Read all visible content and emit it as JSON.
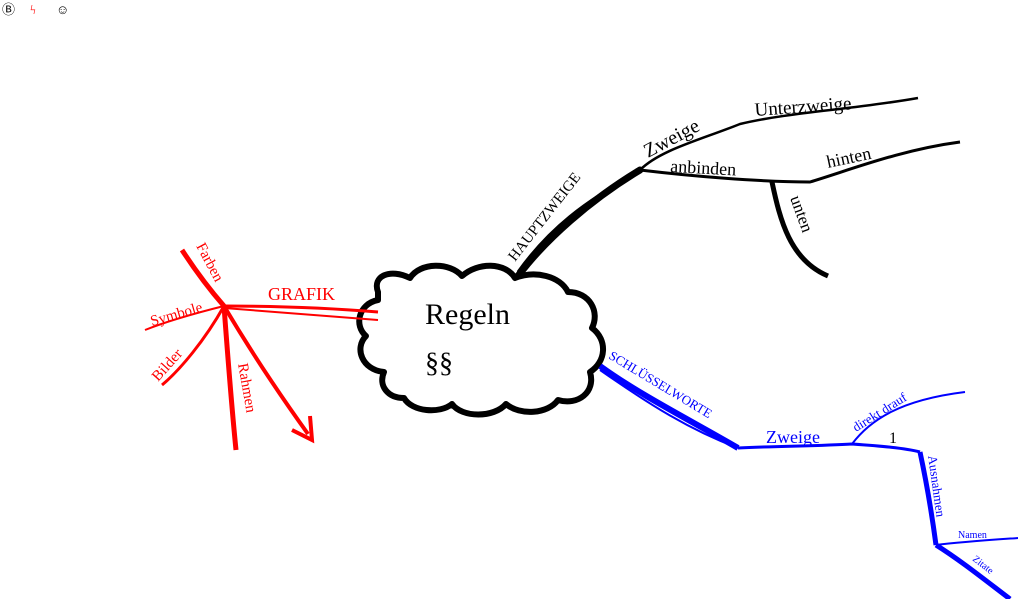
{
  "toolbar": {
    "items": [
      {
        "icon": "circled-b-icon",
        "glyph": "Ⓑ"
      },
      {
        "icon": "lightning-icon",
        "glyph": "ϟ"
      },
      {
        "icon": "smiley-icon",
        "glyph": "☺"
      }
    ]
  },
  "colors": {
    "black": "#000000",
    "red": "#ff0000",
    "blue": "#0000ff"
  },
  "center": {
    "title": "Regeln",
    "symbol": "§§"
  },
  "branches": {
    "hauptzweige": {
      "label": "HAUPTZWEIGE",
      "zweige": "Zweige",
      "unterzweige": "Unterzweige",
      "anbinden": "anbinden",
      "hinten": "hinten",
      "unten": "unten"
    },
    "grafik": {
      "label": "GRAFIK",
      "farben": "Farben",
      "symbole": "Symbole",
      "bilder": "Bilder",
      "rahmen": "Rahmen"
    },
    "schluesselworte": {
      "label": "SCHLÜSSELWORTE",
      "zweige": "Zweige",
      "direkt_drauf": "direkt  drauf",
      "number": "1",
      "ausnahmen": "Ausnahmen",
      "namen": "Namen",
      "zitate": "Zitate"
    }
  }
}
